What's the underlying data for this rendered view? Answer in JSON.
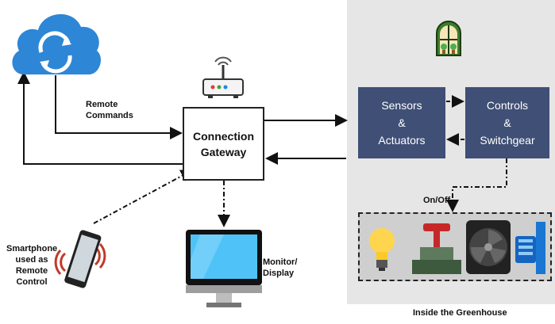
{
  "cloud": {
    "icon": "cloud-sync-icon",
    "label_line1": "Remote",
    "label_line2": "Commands"
  },
  "gateway": {
    "line1": "Connection",
    "line2": "Gateway",
    "icon": "wifi-router-icon"
  },
  "sensors": {
    "line1": "Sensors",
    "line2": "&",
    "line3": "Actuators"
  },
  "controls": {
    "line1": "Controls",
    "line2": "&",
    "line3": "Switchgear"
  },
  "onoff": "On/Off",
  "greenhouse_label": "Inside the Greenhouse",
  "monitor": {
    "line1": "Monitor/",
    "line2": "Display"
  },
  "smartphone": {
    "line1": "Smartphone",
    "line2": "used as",
    "line3": "Remote",
    "line4": "Control"
  },
  "colors": {
    "cloud": "#2e86d6",
    "box": "#3f4f75",
    "panel": "#e6e6e6",
    "signal": "#c0392b"
  }
}
